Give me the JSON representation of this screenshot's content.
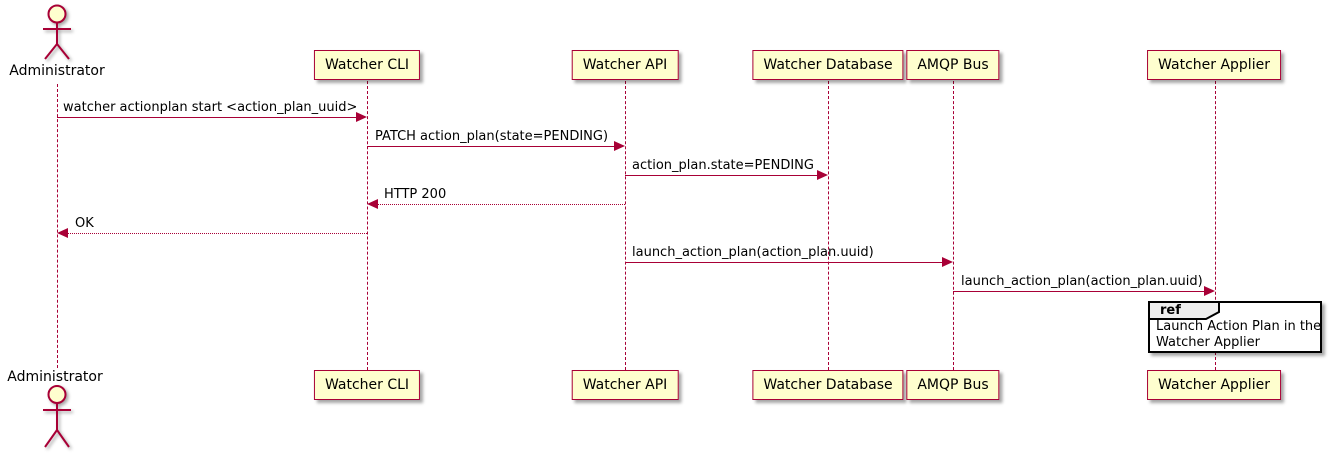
{
  "diagram_type": "uml-sequence",
  "participants": [
    {
      "id": "administrator",
      "label": "Administrator",
      "type": "actor"
    },
    {
      "id": "watcher-cli",
      "label": "Watcher CLI",
      "type": "participant"
    },
    {
      "id": "watcher-api",
      "label": "Watcher API",
      "type": "participant"
    },
    {
      "id": "watcher-database",
      "label": "Watcher Database",
      "type": "participant"
    },
    {
      "id": "amqp-bus",
      "label": "AMQP Bus",
      "type": "participant"
    },
    {
      "id": "watcher-applier",
      "label": "Watcher Applier",
      "type": "participant"
    }
  ],
  "messages": [
    {
      "from": "Administrator",
      "to": "Watcher CLI",
      "label": "watcher actionplan start <action_plan_uuid>",
      "line": "solid",
      "direction": "right"
    },
    {
      "from": "Watcher CLI",
      "to": "Watcher API",
      "label": "PATCH action_plan(state=PENDING)",
      "line": "solid",
      "direction": "right"
    },
    {
      "from": "Watcher API",
      "to": "Watcher Database",
      "label": "action_plan.state=PENDING",
      "line": "solid",
      "direction": "right"
    },
    {
      "from": "Watcher API",
      "to": "Watcher CLI",
      "label": "HTTP 200",
      "line": "dotted",
      "direction": "left"
    },
    {
      "from": "Watcher CLI",
      "to": "Administrator",
      "label": "OK",
      "line": "dotted",
      "direction": "left"
    },
    {
      "from": "Watcher API",
      "to": "AMQP Bus",
      "label": "launch_action_plan(action_plan.uuid)",
      "line": "solid",
      "direction": "right"
    },
    {
      "from": "AMQP Bus",
      "to": "Watcher Applier",
      "label": "launch_action_plan(action_plan.uuid)",
      "line": "solid",
      "direction": "right"
    }
  ],
  "ref_fragment": {
    "keyword": "ref",
    "over": "Watcher Applier",
    "text_line1": "Launch Action Plan in the",
    "text_line2": "Watcher Applier"
  },
  "colors": {
    "line": "#A80036",
    "participant_fill": "#FEFECE",
    "participant_border": "#A80036",
    "ref_border": "#000000",
    "ref_tab_fill": "#EEEEEE",
    "text": "#000000",
    "background": "#FFFFFF"
  }
}
